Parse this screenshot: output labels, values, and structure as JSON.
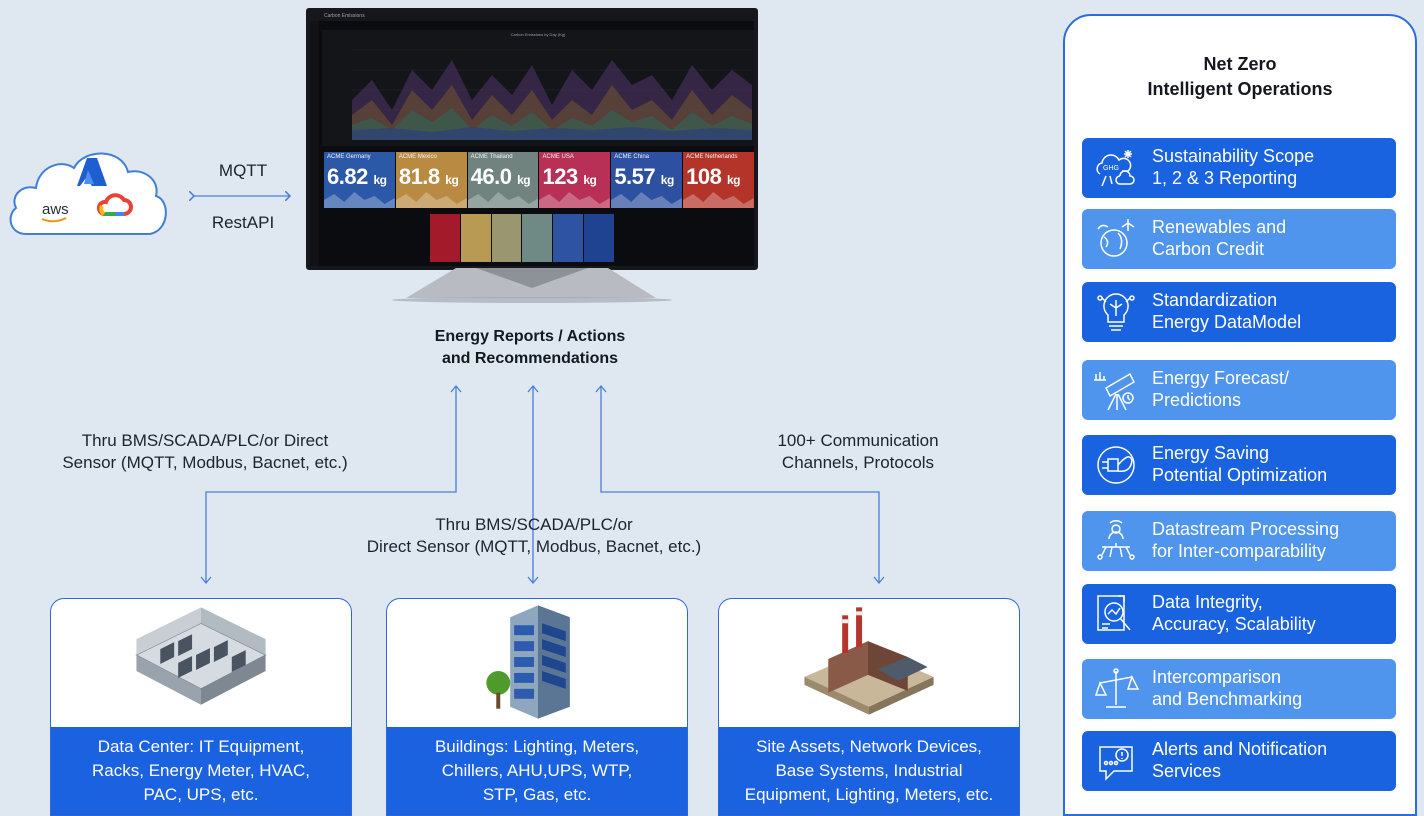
{
  "cloud": {
    "aws_label": "aws"
  },
  "link": {
    "mqtt": "MQTT",
    "rest": "RestAPI"
  },
  "dashboard": {
    "title": "Carbon Emissions",
    "chart_title": "Carbon Emissions by Day (Kg)",
    "tiles": [
      {
        "name": "ACME Germany",
        "value": "6.82",
        "unit": "kg",
        "color": "#2c58a8"
      },
      {
        "name": "ACME Mexico",
        "value": "81.8",
        "unit": "kg",
        "color": "#b88a42"
      },
      {
        "name": "ACME Thailand",
        "value": "46.0",
        "unit": "kg",
        "color": "#70837f"
      },
      {
        "name": "ACME USA",
        "value": "123",
        "unit": "kg",
        "color": "#b83055"
      },
      {
        "name": "ACME China",
        "value": "5.57",
        "unit": "kg",
        "color": "#2d50a0"
      },
      {
        "name": "ACME Netherlands",
        "value": "108",
        "unit": "kg",
        "color": "#b5342a"
      }
    ],
    "small_tile_colors": [
      "#a31b2b",
      "#b89a55",
      "#9a9670",
      "#6f8a84",
      "#2f53a3",
      "#1f4391"
    ]
  },
  "center_caption": {
    "line1": "Energy Reports / Actions",
    "line2": "and Recommendations"
  },
  "left_caption": {
    "line1": "Thru BMS/SCADA/PLC/or Direct",
    "line2": "Sensor (MQTT, Modbus, Bacnet, etc.)"
  },
  "right_caption": {
    "line1": "100+ Communication",
    "line2": "Channels, Protocols"
  },
  "middle_caption": {
    "line1": "Thru BMS/SCADA/PLC/or",
    "line2": "Direct Sensor (MQTT, Modbus, Bacnet, etc.)"
  },
  "cards": [
    {
      "line1": "Data Center: IT Equipment,",
      "line2": "Racks, Energy Meter, HVAC,",
      "line3": "PAC, UPS, etc."
    },
    {
      "line1": "Buildings: Lighting, Meters,",
      "line2": "Chillers, AHU,UPS, WTP,",
      "line3": "STP, Gas, etc."
    },
    {
      "line1": "Site Assets, Network Devices,",
      "line2": "Base Systems, Industrial",
      "line3": "Equipment, Lighting, Meters, etc."
    }
  ],
  "panel": {
    "title_line1": "Net Zero",
    "title_line2": "Intelligent Operations",
    "features": [
      {
        "text": "Sustainability Scope\n1, 2 & 3 Reporting",
        "icon": "ghg-cloud-icon",
        "style": "dark"
      },
      {
        "text": "Renewables and\nCarbon Credit",
        "icon": "renewables-globe-icon",
        "style": "light"
      },
      {
        "text": "Standardization\nEnergy DataModel",
        "icon": "lightbulb-circuit-icon",
        "style": "dark"
      },
      {
        "text": "Energy Forecast/\nPredictions",
        "icon": "telescope-icon",
        "style": "light"
      },
      {
        "text": "Energy Saving\nPotential Optimization",
        "icon": "plug-leaf-icon",
        "style": "dark"
      },
      {
        "text": "Datastream Processing\nfor Inter-comparability",
        "icon": "network-user-icon",
        "style": "light"
      },
      {
        "text": "Data Integrity,\nAccuracy, Scalability",
        "icon": "data-report-icon",
        "style": "dark"
      },
      {
        "text": "Intercomparison\nand Benchmarking",
        "icon": "balance-scale-icon",
        "style": "light"
      },
      {
        "text": "Alerts and Notification\nServices",
        "icon": "alert-bubble-icon",
        "style": "dark"
      }
    ]
  }
}
